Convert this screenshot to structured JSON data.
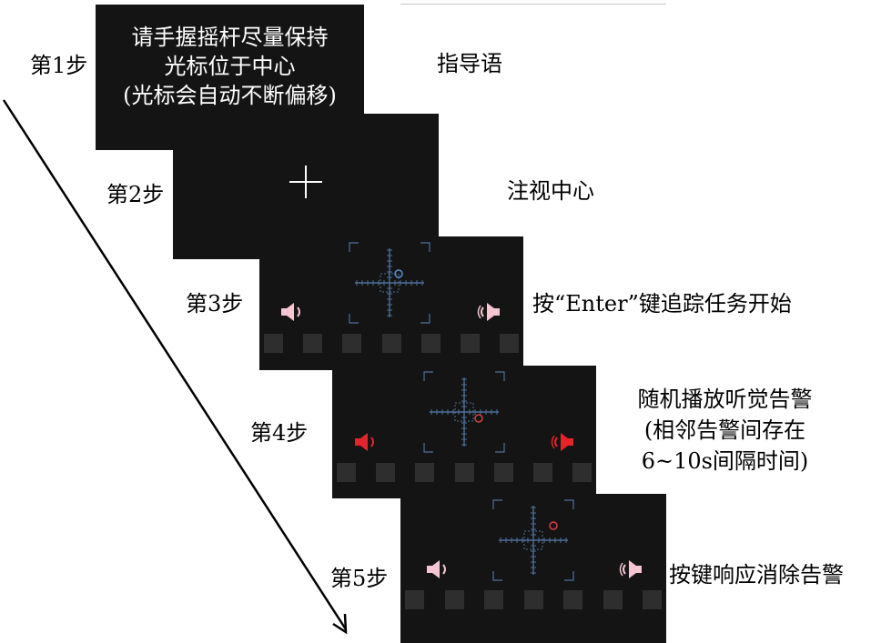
{
  "steps": [
    {
      "label": "第1步",
      "caption": "指导语",
      "instruction": [
        "请手握摇杆尽量保持",
        "光标位于中心",
        "(光标会自动不断偏移)"
      ]
    },
    {
      "label": "第2步",
      "caption": "注视中心"
    },
    {
      "label": "第3步",
      "caption": "按“Enter”键追踪任务开始"
    },
    {
      "label": "第4步",
      "caption_lines": [
        "随机播放听觉告警",
        "(相邻告警间存在",
        "6~10s间隔时间)"
      ]
    },
    {
      "label": "第5步",
      "caption": "按键响应消除告警"
    }
  ],
  "colors": {
    "screen_bg": "#141414",
    "speaker_idle": "#f3c6d2",
    "speaker_alert": "#e3242b",
    "tracker_grid": "#4d6f99",
    "cursor_blue": "#5d8fc8",
    "cursor_red": "#d7403f",
    "indicator_cell": "#2e2e2e"
  },
  "icons": [
    "speaker-left-icon",
    "speaker-right-icon",
    "fixation-cross-icon",
    "tracking-crosshair-icon"
  ]
}
